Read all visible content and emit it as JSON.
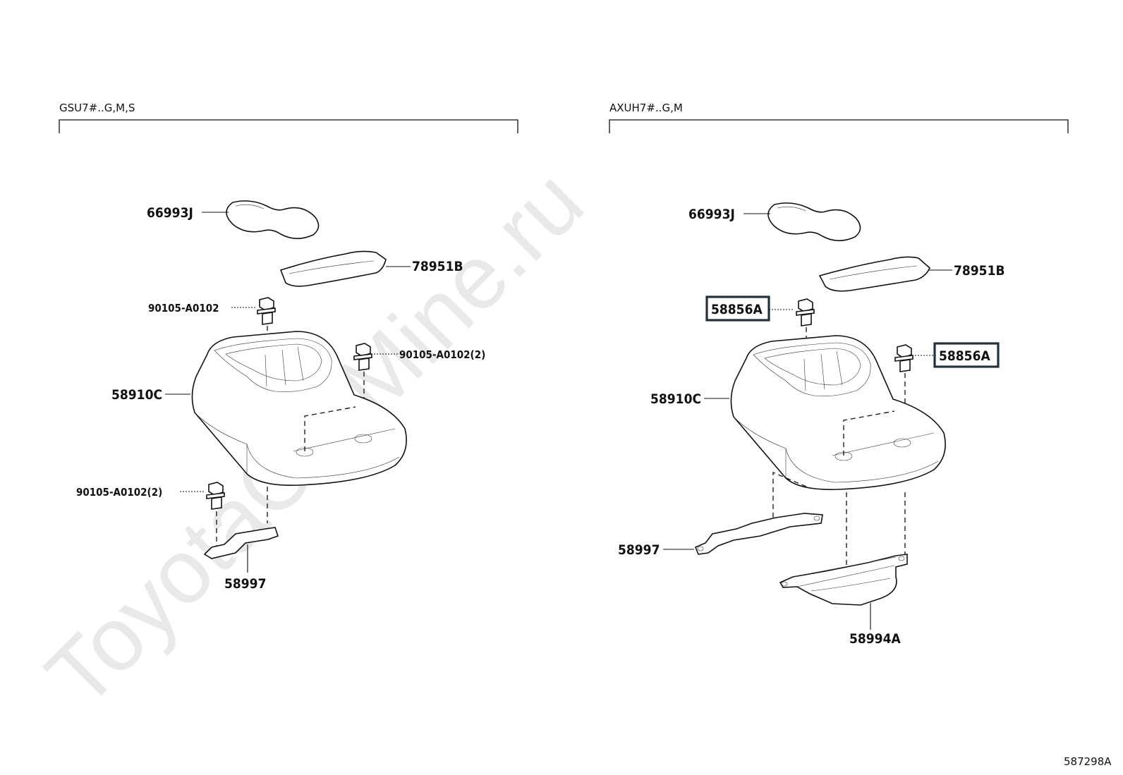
{
  "watermark": "ToyotaCarMine.ru",
  "diagram_id": "587298A",
  "panels": [
    {
      "variant": "GSU7#..G,M,S",
      "callouts": [
        {
          "id": "p1_66993j",
          "label": "66993J"
        },
        {
          "id": "p1_78951b",
          "label": "78951B"
        },
        {
          "id": "p1_bolt_a",
          "label": "90105-A0102"
        },
        {
          "id": "p1_bolt_b",
          "label": "90105-A0102(2)"
        },
        {
          "id": "p1_58910c",
          "label": "58910C"
        },
        {
          "id": "p1_bolt_c",
          "label": "90105-A0102(2)"
        },
        {
          "id": "p1_58997",
          "label": "58997"
        }
      ]
    },
    {
      "variant": "AXUH7#..G,M",
      "callouts": [
        {
          "id": "p2_66993j",
          "label": "66993J"
        },
        {
          "id": "p2_78951b",
          "label": "78951B"
        },
        {
          "id": "p2_58856a_1",
          "label": "58856A",
          "highlighted": true
        },
        {
          "id": "p2_58856a_2",
          "label": "58856A",
          "highlighted": true
        },
        {
          "id": "p2_58910c",
          "label": "58910C"
        },
        {
          "id": "p2_58997",
          "label": "58997"
        },
        {
          "id": "p2_58994a",
          "label": "58994A"
        }
      ]
    }
  ]
}
